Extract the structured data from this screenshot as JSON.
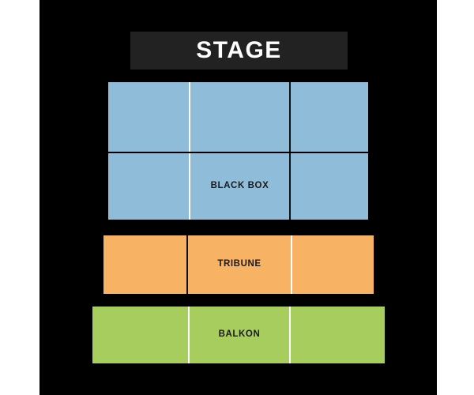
{
  "venue_map": {
    "canvas_background": "#000000",
    "page_background": "#ffffff",
    "stage": {
      "label": "STAGE",
      "color": "#222222",
      "text_color": "#ffffff"
    },
    "sections": [
      {
        "id": "black-box",
        "label": "BLACK BOX",
        "color": "#8fbcd9",
        "text_color": "#1a1a1a",
        "blocks": 6,
        "rows": 2,
        "columns": 3
      },
      {
        "id": "tribune",
        "label": "TRIBUNE",
        "color": "#f7b263",
        "text_color": "#1a1a1a",
        "blocks": 3,
        "rows": 1,
        "columns": 3
      },
      {
        "id": "balkon",
        "label": "BALKON",
        "color": "#a8cd5f",
        "text_color": "#1a1a1a",
        "blocks": 3,
        "rows": 1,
        "columns": 3
      }
    ]
  }
}
